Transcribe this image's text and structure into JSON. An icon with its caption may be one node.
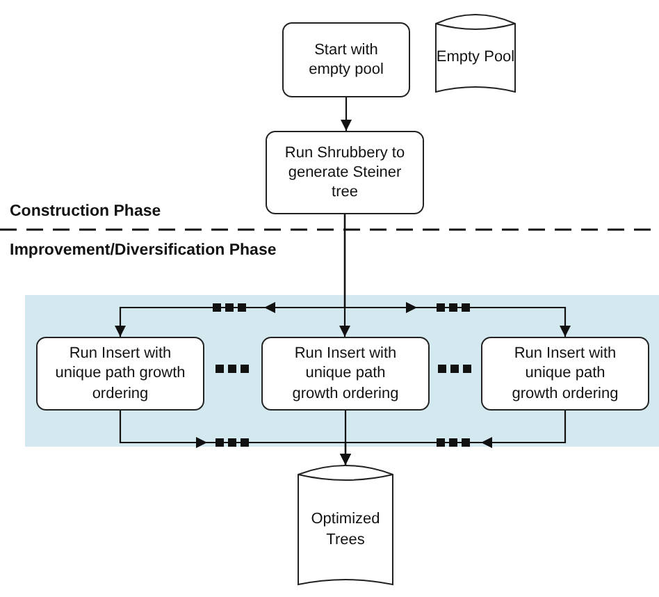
{
  "diagram": {
    "nodes": [
      {
        "text": [
          "Start with empty pool"
        ]
      },
      {
        "text": [
          "Empty Pool"
        ]
      },
      {
        "text": [
          "Run Shrubbery to generate Steiner tree"
        ]
      },
      {
        "text": [
          "Run Insert with unique path growth ordering"
        ]
      },
      {
        "text": [
          "Run Insert with unique path growth ordering"
        ]
      },
      {
        "text": [
          "Run Insert with unique path growth ordering"
        ]
      },
      {
        "text": [
          "Optimized Trees"
        ]
      }
    ],
    "edges": [
      {
        "from": 0,
        "to": 2,
        "arrow": "to"
      },
      {
        "from": 2,
        "to": 3,
        "arrow": "to"
      },
      {
        "from": 2,
        "to": 4,
        "arrow": "to"
      },
      {
        "from": 2,
        "to": 5,
        "arrow": "to"
      },
      {
        "from": 3,
        "to": 6,
        "arrow": "to"
      },
      {
        "from": 4,
        "to": 6,
        "arrow": "to"
      },
      {
        "from": 5,
        "to": 6,
        "arrow": "to"
      }
    ],
    "labels": [
      "Construction Phase",
      "Improvement/Diversification Phase"
    ]
  }
}
